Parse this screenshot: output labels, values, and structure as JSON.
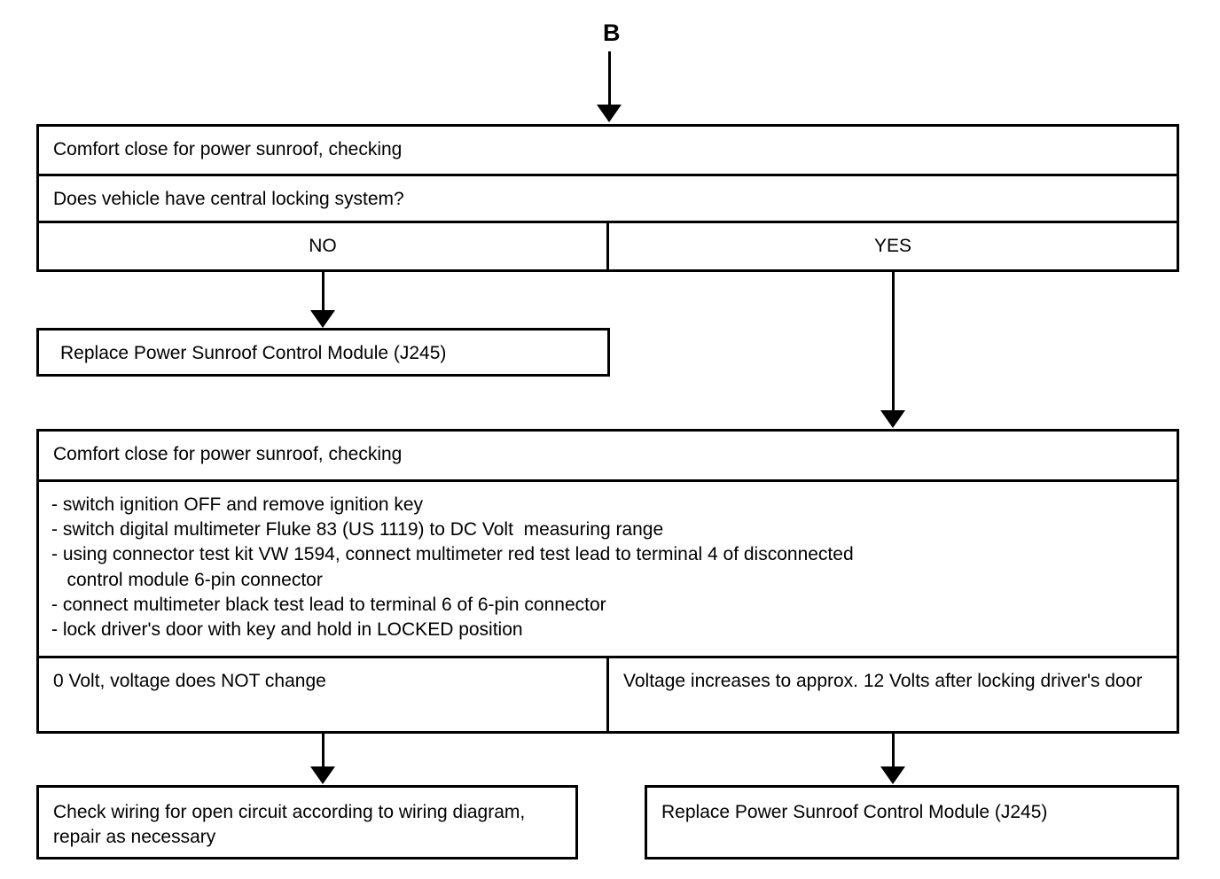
{
  "diagram": {
    "type": "flowchart",
    "entry_label": "B",
    "block_1": {
      "title": "Comfort close for power sunroof, checking",
      "question": "Does vehicle have central locking system?",
      "answers": {
        "left": "NO",
        "right": "YES"
      }
    },
    "block_2": {
      "text": "Replace Power Sunroof Control Module  (J245)"
    },
    "block_3": {
      "title": "Comfort close for power sunroof, checking",
      "steps": [
        "- switch ignition OFF and remove ignition key",
        "- switch digital multimeter Fluke 83 (US 1119) to DC Volt  measuring range",
        "- using connector test kit VW 1594, connect multimeter red test lead to terminal 4 of disconnected",
        "   control module 6-pin connector",
        "- connect multimeter black test lead to terminal 6 of 6-pin connector",
        "- lock driver's door with key and hold in LOCKED position"
      ],
      "results": {
        "left": "0 Volt, voltage does NOT change",
        "right": "Voltage increases to approx. 12 Volts after locking driver's door"
      }
    },
    "block_4": {
      "text": "Check wiring for open circuit according to wiring diagram, repair as necessary"
    },
    "block_5": {
      "text": "Replace Power Sunroof Control Module  (J245)"
    },
    "colors": {
      "line": "#000000",
      "background": "#ffffff",
      "text": "#000000"
    }
  }
}
